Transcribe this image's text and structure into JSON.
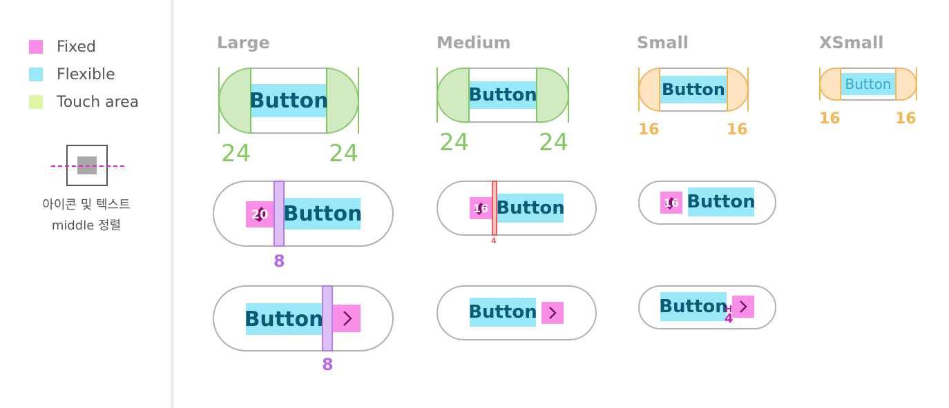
{
  "legend": [
    {
      "label": "Fixed",
      "color": "#fb8ee7"
    },
    {
      "label": "Flexible",
      "color": "#99e8f8"
    },
    {
      "label": "Touch area",
      "color": "#dff7a5"
    }
  ],
  "alignment_note": {
    "line1": "아이콘 및 텍스트",
    "line2": "middle 정렬"
  },
  "columns": [
    "Large",
    "Medium",
    "Small",
    "XSmall"
  ],
  "button_label": "Button",
  "touch_dims": {
    "large": [
      "24",
      "24"
    ],
    "medium": [
      "24",
      "24"
    ],
    "small": [
      "16",
      "16"
    ],
    "xsmall": [
      "16",
      "16"
    ]
  },
  "icon_sizes": {
    "large": "20",
    "medium": "16",
    "small": "16"
  },
  "gaps": {
    "large_left_icon": "8",
    "medium_left_icon": "4",
    "large_right_icon": "8",
    "small_right_icon": "4"
  },
  "colors": {
    "fixed": "#fb8ee7",
    "flexible": "#99e8f8",
    "touch_area": "#dff7a5",
    "touch_dim": "#84c95f",
    "small_dim": "#f5b655",
    "gap_dim": "#b86ae6",
    "gap_small": "#ee5b5b",
    "guide_line": "#e020c8"
  }
}
